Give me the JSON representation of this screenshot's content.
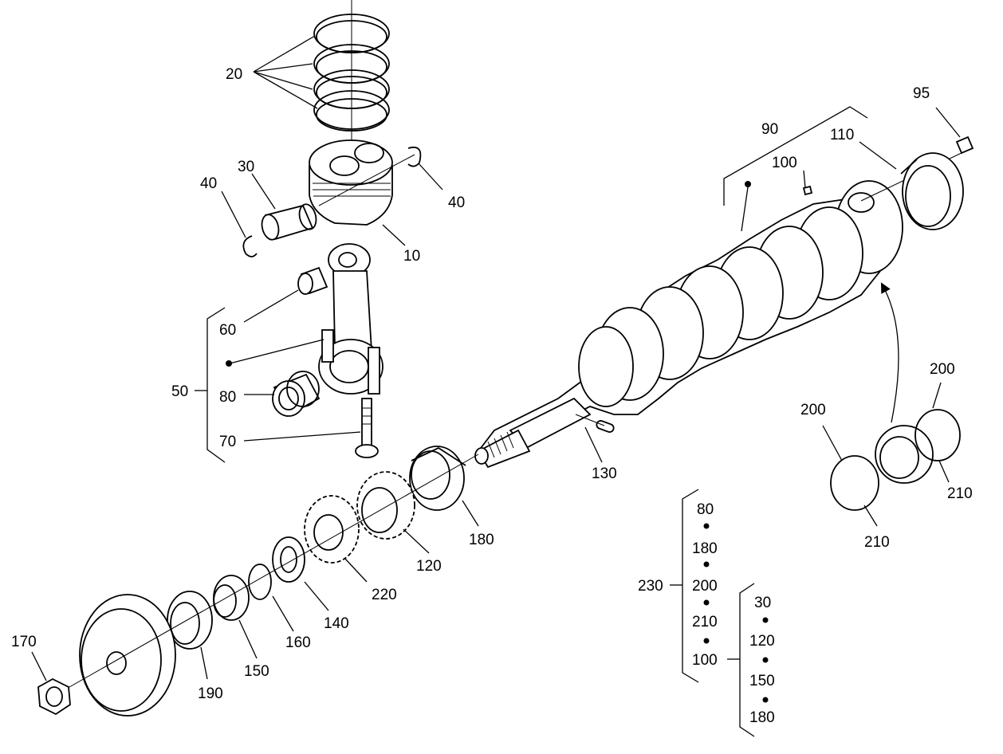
{
  "callouts": {
    "c10": "10",
    "c20": "20",
    "c30": "30",
    "c40a": "40",
    "c40b": "40",
    "c50": "50",
    "c60": "60",
    "c70": "70",
    "c80": "80",
    "c90": "90",
    "c95": "95",
    "c100": "100",
    "c110": "110",
    "c120": "120",
    "c130": "130",
    "c140": "140",
    "c150": "150",
    "c160": "160",
    "c170": "170",
    "c180": "180",
    "c190": "190",
    "c200a": "200",
    "c200b": "200",
    "c210a": "210",
    "c210b": "210",
    "c220": "220"
  },
  "kit230": {
    "label": "230",
    "items": [
      "80",
      "180",
      "200",
      "210",
      "100"
    ]
  },
  "kit100": {
    "items": [
      "30",
      "120",
      "150",
      "180"
    ]
  }
}
